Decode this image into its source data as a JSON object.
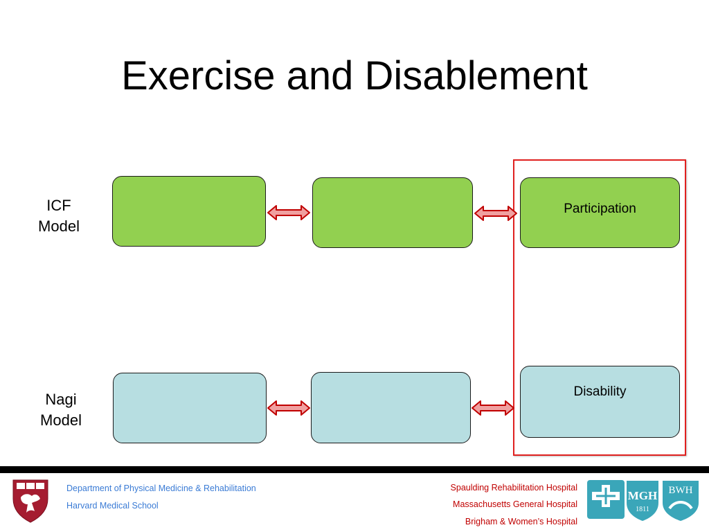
{
  "title": "Exercise and Disablement",
  "rows": [
    {
      "label_line1": "ICF",
      "label_line2": "Model"
    },
    {
      "label_line1": "Nagi",
      "label_line2": "Model"
    }
  ],
  "boxes": {
    "icf_right": "Participation",
    "nagi_right": "Disability"
  },
  "colors": {
    "green_box": "#92d050",
    "blue_box": "#b7dee1",
    "highlight_border": "#e0201f",
    "arrow": "#c00000",
    "footer_left_text": "#3a7bd5",
    "footer_right_text": "#c00000"
  },
  "footer": {
    "left_line1": "Department of Physical Medicine & Rehabilitation",
    "left_line2": "Harvard Medical School",
    "right_line1": "Spaulding Rehabilitation Hospital",
    "right_line2": "Massachusetts General Hospital",
    "right_line3": "Brigham & Women’s Hospital",
    "logo_mgh": "MGH",
    "logo_mgh_year": "1811",
    "logo_bwh": "BWH"
  }
}
